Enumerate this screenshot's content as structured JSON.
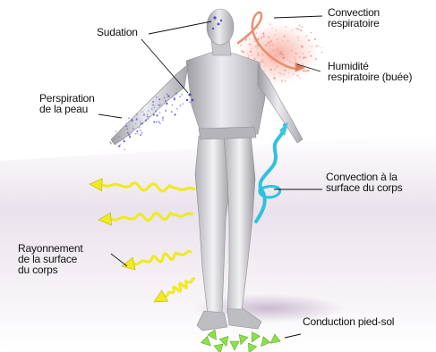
{
  "labels": {
    "sudation": "Sudation",
    "convection_resp_1": "Convection",
    "convection_resp_2": "respiratoire",
    "humidite_1": "Humidité",
    "humidite_2": "respiratoire (buée)",
    "perspiration_1": "Perspiration",
    "perspiration_2": "de la peau",
    "convection_corps_1": "Convection à la",
    "convection_corps_2": "surface du corps",
    "rayonnement_1": "Rayonnement",
    "rayonnement_2": "de la surface",
    "rayonnement_3": "du corps",
    "conduction": "Conduction pied-sol"
  },
  "colors": {
    "radiation_arrow": "#f0ea1e",
    "convection_body": "#38c8e0",
    "respiratory_convection": "#e89070",
    "breath_mist": "#f08a80",
    "skin_perspiration": "#5a5ad8",
    "conduction_arrow": "#8ee04a",
    "figure": "#c8c8cc"
  }
}
